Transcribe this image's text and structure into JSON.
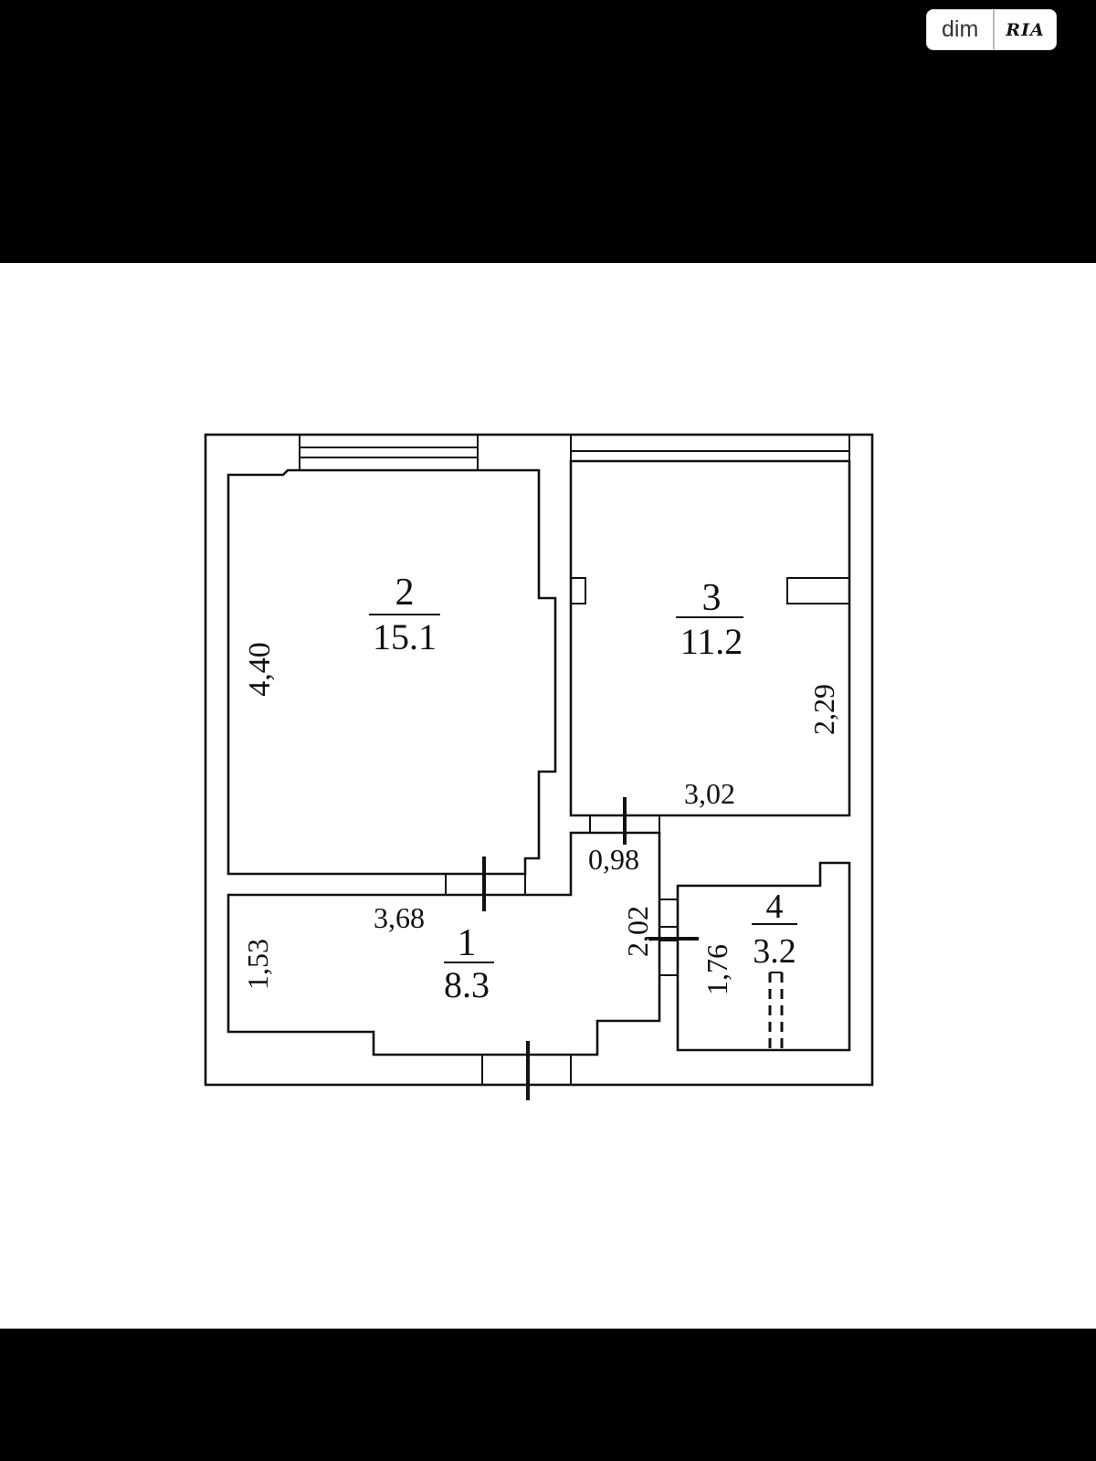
{
  "badge": {
    "site": "dim",
    "brand": "RIA"
  },
  "rooms": [
    {
      "number": "1",
      "area": "8.3"
    },
    {
      "number": "2",
      "area": "15.1"
    },
    {
      "number": "3",
      "area": "11.2"
    },
    {
      "number": "4",
      "area": "3.2"
    }
  ],
  "dimensions": {
    "room2_height": "4,40",
    "room3_height": "2,29",
    "room3_width": "3,02",
    "passage_width": "0,98",
    "room1_width": "3,68",
    "room1_height": "1,53",
    "hall_depth": "2,02",
    "room4_height": "1,76"
  },
  "colors": {
    "background": "#000000",
    "plan_background": "#ffffff",
    "lines": "#111111"
  }
}
